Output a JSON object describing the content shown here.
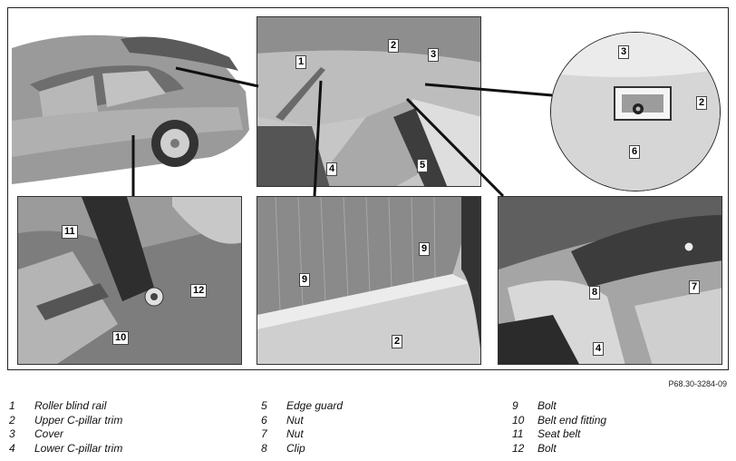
{
  "figure_code": "P68.30-3284-09",
  "callouts": {
    "p2": [
      "1",
      "2",
      "3",
      "4",
      "5"
    ],
    "p3": [
      "3",
      "2",
      "6"
    ],
    "p4": [
      "11",
      "12",
      "10"
    ],
    "p5": [
      "9",
      "9",
      "2"
    ],
    "p6": [
      "8",
      "7",
      "4"
    ]
  },
  "legend": [
    {
      "number": "1",
      "label": "Roller blind rail"
    },
    {
      "number": "2",
      "label": "Upper C-pillar trim"
    },
    {
      "number": "3",
      "label": "Cover"
    },
    {
      "number": "4",
      "label": "Lower C-pillar trim"
    },
    {
      "number": "5",
      "label": "Edge guard"
    },
    {
      "number": "6",
      "label": "Nut"
    },
    {
      "number": "7",
      "label": "Nut"
    },
    {
      "number": "8",
      "label": "Clip"
    },
    {
      "number": "9",
      "label": "Bolt"
    },
    {
      "number": "10",
      "label": "Belt end fitting"
    },
    {
      "number": "11",
      "label": "Seat belt"
    },
    {
      "number": "12",
      "label": "Bolt"
    }
  ]
}
